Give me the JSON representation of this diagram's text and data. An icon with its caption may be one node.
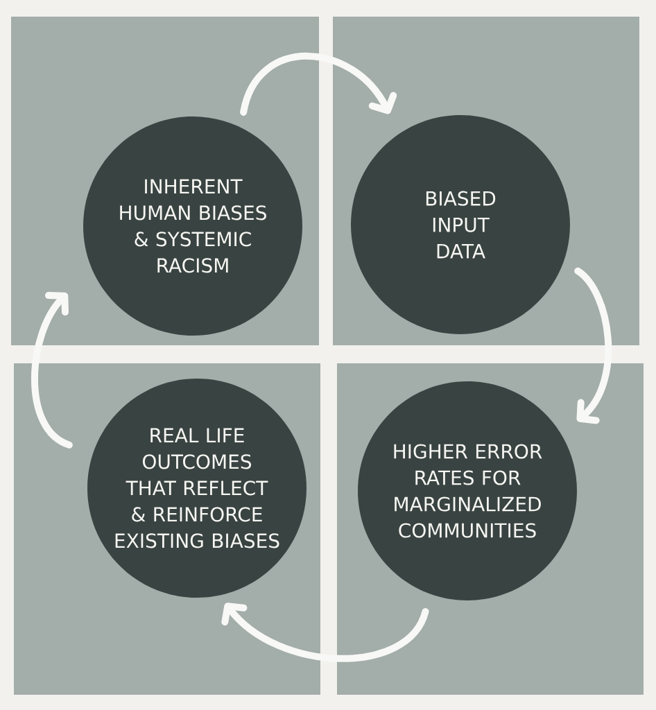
{
  "diagram": {
    "nodes": [
      {
        "text": [
          "INHERENT HUMAN BIASES & SYSTEMIC RACISM"
        ]
      },
      {
        "text": [
          "BIASED INPUT DATA"
        ]
      },
      {
        "text": [
          "REAL LIFE OUTCOMES THAT REFLECT & REINFORCE EXISTING BIASES"
        ]
      },
      {
        "text": [
          "HIGHER ERROR RATES FOR MARGINALIZED COMMUNITIES"
        ]
      }
    ],
    "edges": [
      {
        "from": 0,
        "to": 1,
        "arrow": "to"
      },
      {
        "from": 1,
        "to": 3,
        "arrow": "to"
      },
      {
        "from": 3,
        "to": 2,
        "arrow": "to"
      },
      {
        "from": 2,
        "to": 0,
        "arrow": "to"
      }
    ]
  }
}
